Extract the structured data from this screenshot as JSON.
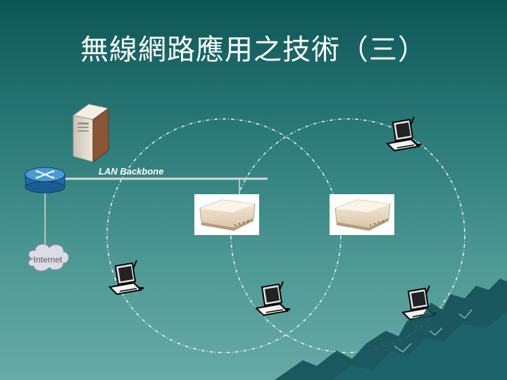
{
  "slide": {
    "title": "無線網路應用之技術（三）"
  },
  "diagram": {
    "backbone_label": "LAN Backbone",
    "internet_label": "Internet",
    "icons": [
      "server-icon",
      "router-icon",
      "cloud-icon",
      "access-point-icon",
      "laptop-icon"
    ]
  },
  "colors": {
    "background_top": "#0d5656",
    "background_bottom": "#67aaa6",
    "title": "#ffffff",
    "dashed_range": "#ffffff"
  }
}
